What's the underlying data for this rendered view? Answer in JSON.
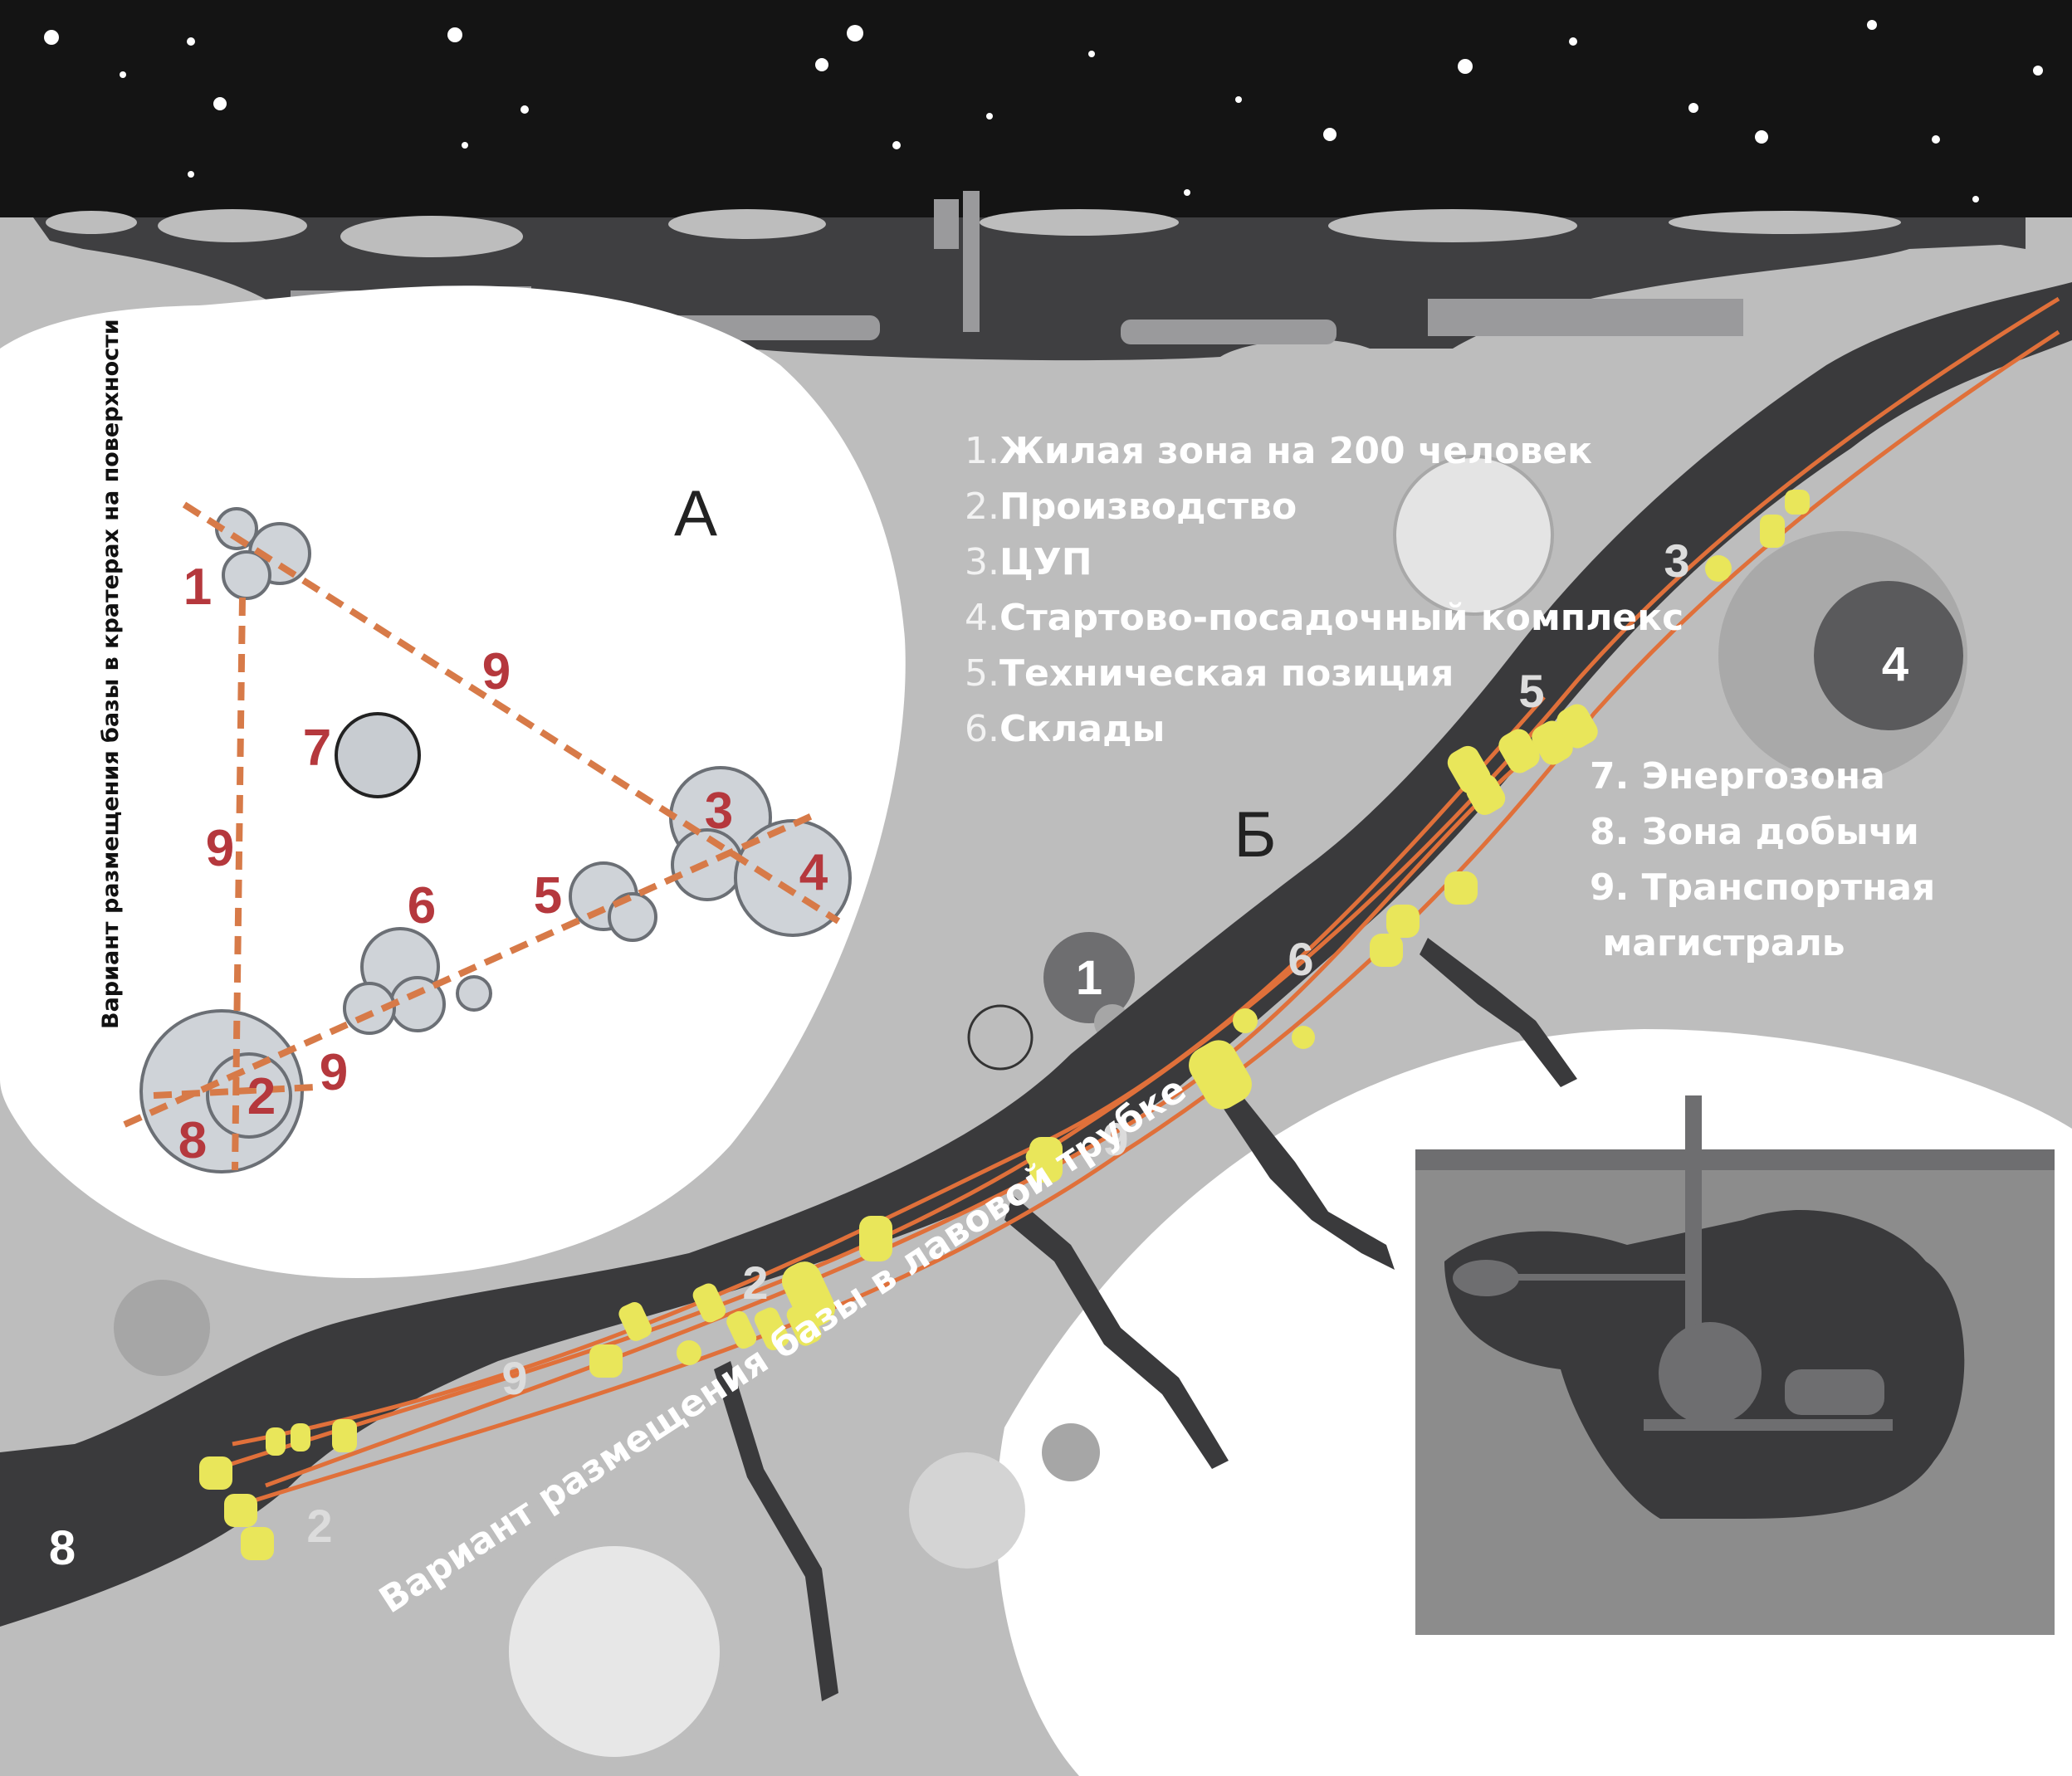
{
  "legend": {
    "items": [
      {
        "num": "1.",
        "text": "Жилая зона на 200 человек"
      },
      {
        "num": "2.",
        "text": "Производство"
      },
      {
        "num": "3.",
        "text": "ЦУП"
      },
      {
        "num": "4.",
        "text": "Стартово-посадочный комплекс"
      },
      {
        "num": "5.",
        "text": "Техническая позиция"
      },
      {
        "num": "6.",
        "text": "Склады"
      }
    ],
    "items_right": [
      "7. Энергозона",
      "8. Зона добычи",
      "9. Транспортная",
      " магистраль"
    ]
  },
  "sections": {
    "a": "А",
    "b": "Б"
  },
  "captions": {
    "surface": "Вариант размещения базы в кратерах на поверхности",
    "tube": "Вариант размещения базы в лавовой трубке"
  },
  "crater_plan": {
    "labels": [
      "1",
      "2",
      "3",
      "4",
      "5",
      "6",
      "7",
      "8",
      "9",
      "9",
      "9"
    ]
  },
  "tube_plan": {
    "labels": [
      "3",
      "5",
      "6",
      "9",
      "2",
      "9",
      "2"
    ]
  },
  "map_labels": [
    "1",
    "4",
    "8"
  ],
  "colors": {
    "sky": "#141414",
    "ground": "#bdbdbd",
    "tube": "#3a3a3c",
    "route": "#e0703a",
    "module": "#e9e65a",
    "label_red": "#b5383d"
  }
}
